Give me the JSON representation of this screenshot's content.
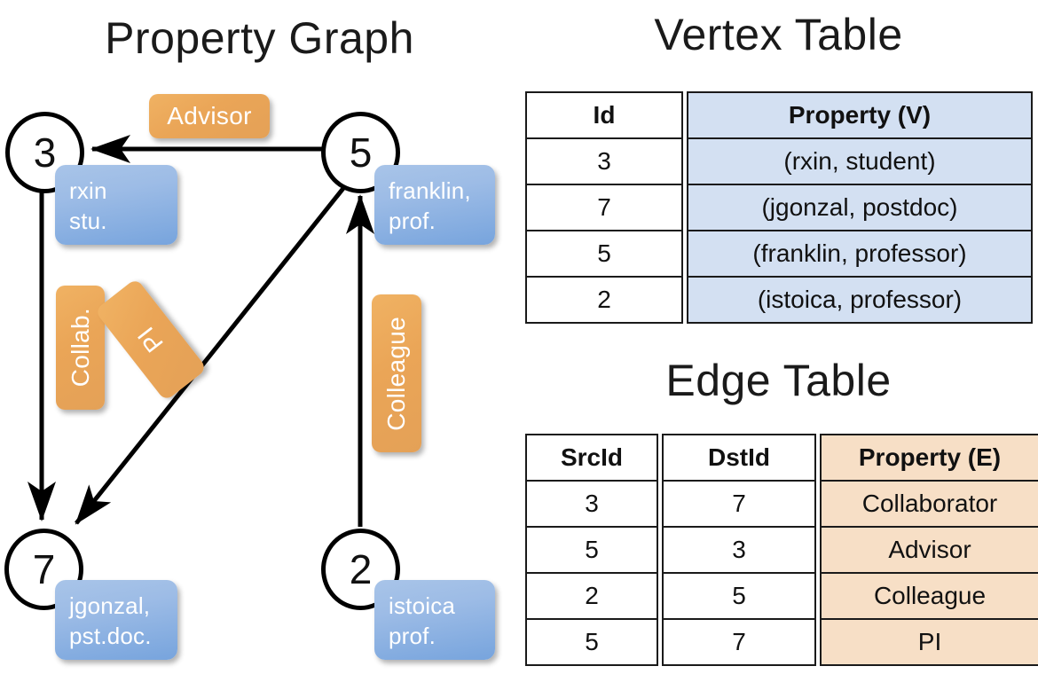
{
  "titles": {
    "property_graph": "Property Graph",
    "vertex_table": "Vertex Table",
    "edge_table": "Edge Table"
  },
  "colors": {
    "vertex_property_fill": "#d3e0f2",
    "edge_property_fill": "#f7dfc6",
    "vertex_label_box": "#7ba5dd",
    "edge_label_box": "#eaa557",
    "stroke": "#000000"
  },
  "graph": {
    "nodes": [
      {
        "id": "3",
        "property_line1": "rxin",
        "property_line2": "stu."
      },
      {
        "id": "5",
        "property_line1": "franklin,",
        "property_line2": "prof."
      },
      {
        "id": "7",
        "property_line1": "jgonzal,",
        "property_line2": "pst.doc."
      },
      {
        "id": "2",
        "property_line1": "istoica",
        "property_line2": "prof."
      }
    ],
    "edge_labels": [
      {
        "text": "Advisor",
        "orientation": "horizontal"
      },
      {
        "text": "Collab.",
        "orientation": "vertical"
      },
      {
        "text": "PI",
        "orientation": "vertical-rotated"
      },
      {
        "text": "Colleague",
        "orientation": "vertical"
      }
    ],
    "edges": [
      {
        "src": "5",
        "dst": "3",
        "label": "Advisor"
      },
      {
        "src": "3",
        "dst": "7",
        "label": "Collab."
      },
      {
        "src": "5",
        "dst": "7",
        "label": "PI"
      },
      {
        "src": "2",
        "dst": "5",
        "label": "Colleague"
      }
    ]
  },
  "vertex_table": {
    "headers": [
      "Id",
      "Property (V)"
    ],
    "rows": [
      {
        "id": "3",
        "property": "(rxin, student)"
      },
      {
        "id": "7",
        "property": "(jgonzal, postdoc)"
      },
      {
        "id": "5",
        "property": "(franklin, professor)"
      },
      {
        "id": "2",
        "property": "(istoica, professor)"
      }
    ]
  },
  "edge_table": {
    "headers": [
      "SrcId",
      "DstId",
      "Property (E)"
    ],
    "rows": [
      {
        "src": "3",
        "dst": "7",
        "property": "Collaborator"
      },
      {
        "src": "5",
        "dst": "3",
        "property": "Advisor"
      },
      {
        "src": "2",
        "dst": "5",
        "property": "Colleague"
      },
      {
        "src": "5",
        "dst": "7",
        "property": "PI"
      }
    ]
  }
}
